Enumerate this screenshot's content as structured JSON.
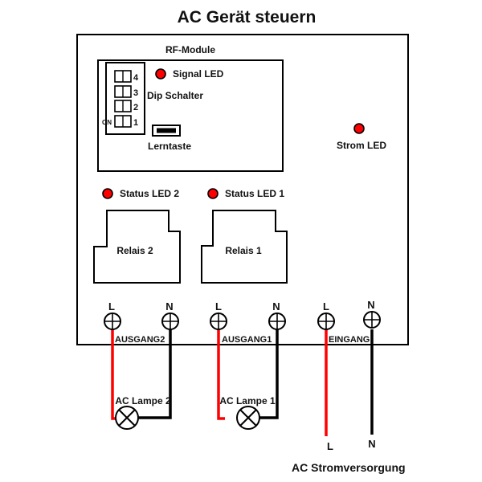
{
  "title": "AC Gerät steuern",
  "rf_module": {
    "label": "RF-Module",
    "signal_led": "Signal LED",
    "dip_label": "Dip Schalter",
    "dip_on_label": "ON",
    "dip_numbers": [
      "4",
      "3",
      "2",
      "1"
    ],
    "learn_button": "Lerntaste"
  },
  "power_led": "Strom LED",
  "status_leds": [
    "Status LED 2",
    "Status LED 1"
  ],
  "relays": [
    "Relais 2",
    "Relais 1"
  ],
  "terminals": [
    "L",
    "N",
    "L",
    "N",
    "L",
    "N"
  ],
  "terminal_groups": [
    "AUSGANG2",
    "AUSGANG1",
    "EINGANG"
  ],
  "lamps": [
    "AC Lampe 2",
    "AC Lampe 1"
  ],
  "supply": {
    "l": "L",
    "n": "N",
    "label": "AC Stromversorgung"
  },
  "colors": {
    "led": "#ff0000",
    "live_wire": "#ff0000",
    "neutral_wire": "#000000"
  }
}
